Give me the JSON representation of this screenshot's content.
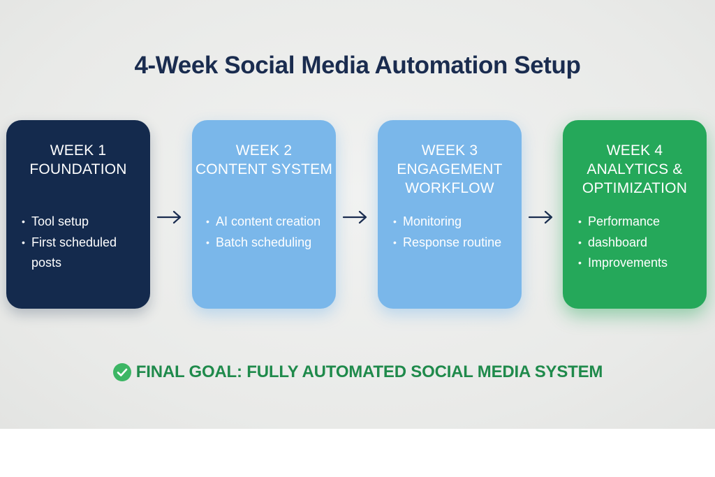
{
  "title": "4-Week Social Media Automation Setup",
  "colors": {
    "title": "#1a2c4f",
    "week1": "#142a4d",
    "week2": "#7ab7ea",
    "week3": "#7ab7ea",
    "week4": "#25a85a",
    "goal": "#1f8a4b"
  },
  "weeks": [
    {
      "label": "WEEK 1",
      "heading_lines": [
        "FOUNDATION"
      ],
      "items": [
        "Tool setup",
        "First scheduled",
        "posts"
      ],
      "bullets": [
        "•",
        "•",
        ""
      ]
    },
    {
      "label": "WEEK 2",
      "heading_lines": [
        "CONTENT SYSTEM"
      ],
      "items": [
        "AI content creation",
        "Batch scheduling"
      ],
      "bullets": [
        "•",
        "•"
      ]
    },
    {
      "label": "WEEK 3",
      "heading_lines": [
        "ENGAGEMENT",
        "WORKFLOW"
      ],
      "items": [
        "Monitoring",
        "Response routine"
      ],
      "bullets": [
        "•",
        "•"
      ]
    },
    {
      "label": "WEEK 4",
      "heading_lines": [
        "ANALYTICS &",
        "OPTIMIZATION"
      ],
      "items": [
        "Performance",
        "dashboard",
        "Improvements"
      ],
      "bullets": [
        "•",
        "•",
        "•"
      ]
    }
  ],
  "arrow_icon": "arrow-right-icon",
  "goal": {
    "icon": "check-circle-icon",
    "text": "FINAL GOAL: FULLY AUTOMATED SOCIAL MEDIA SYSTEM"
  }
}
